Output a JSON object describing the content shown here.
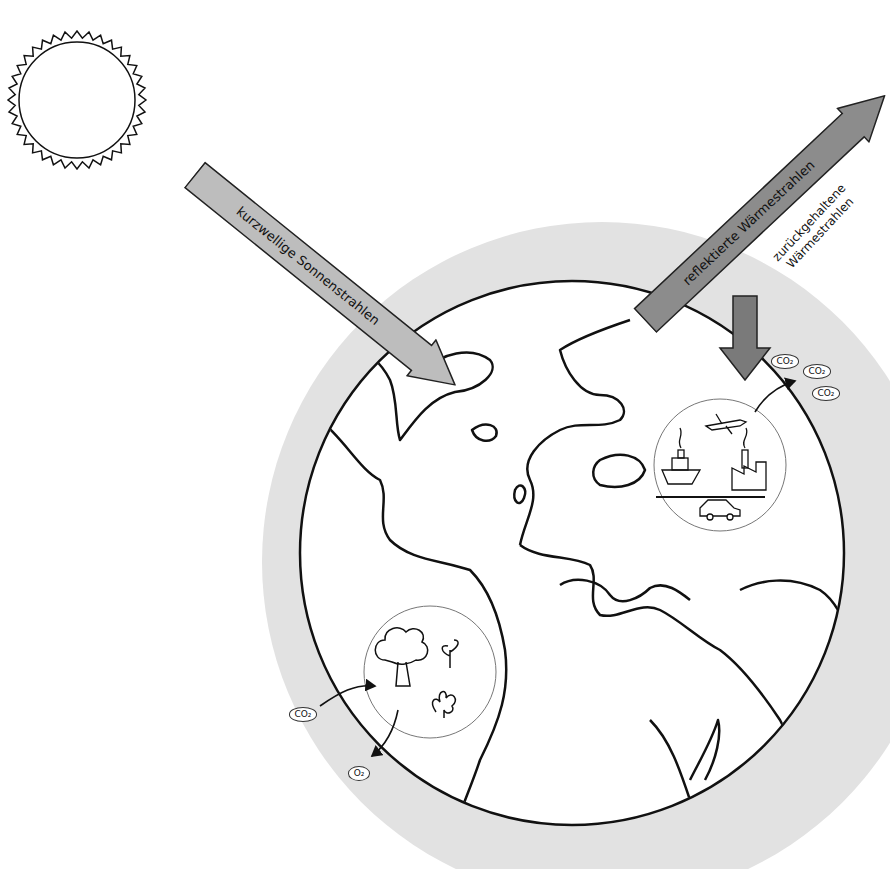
{
  "diagram": {
    "nodes": [
      {
        "text": [
          "kurzwellige Sonnenstrahlen"
        ]
      },
      {
        "text": [
          "reflektierte Wärmestrahlen"
        ]
      },
      {
        "text": [
          "CO₂"
        ]
      },
      {
        "text": [
          "CO₂"
        ]
      },
      {
        "text": [
          "CO₂"
        ]
      },
      {
        "text": [
          "CO₂"
        ]
      },
      {
        "text": [
          "O₂"
        ]
      }
    ],
    "labels": [
      "zurückgehaltene Wärmestrahlen"
    ]
  }
}
